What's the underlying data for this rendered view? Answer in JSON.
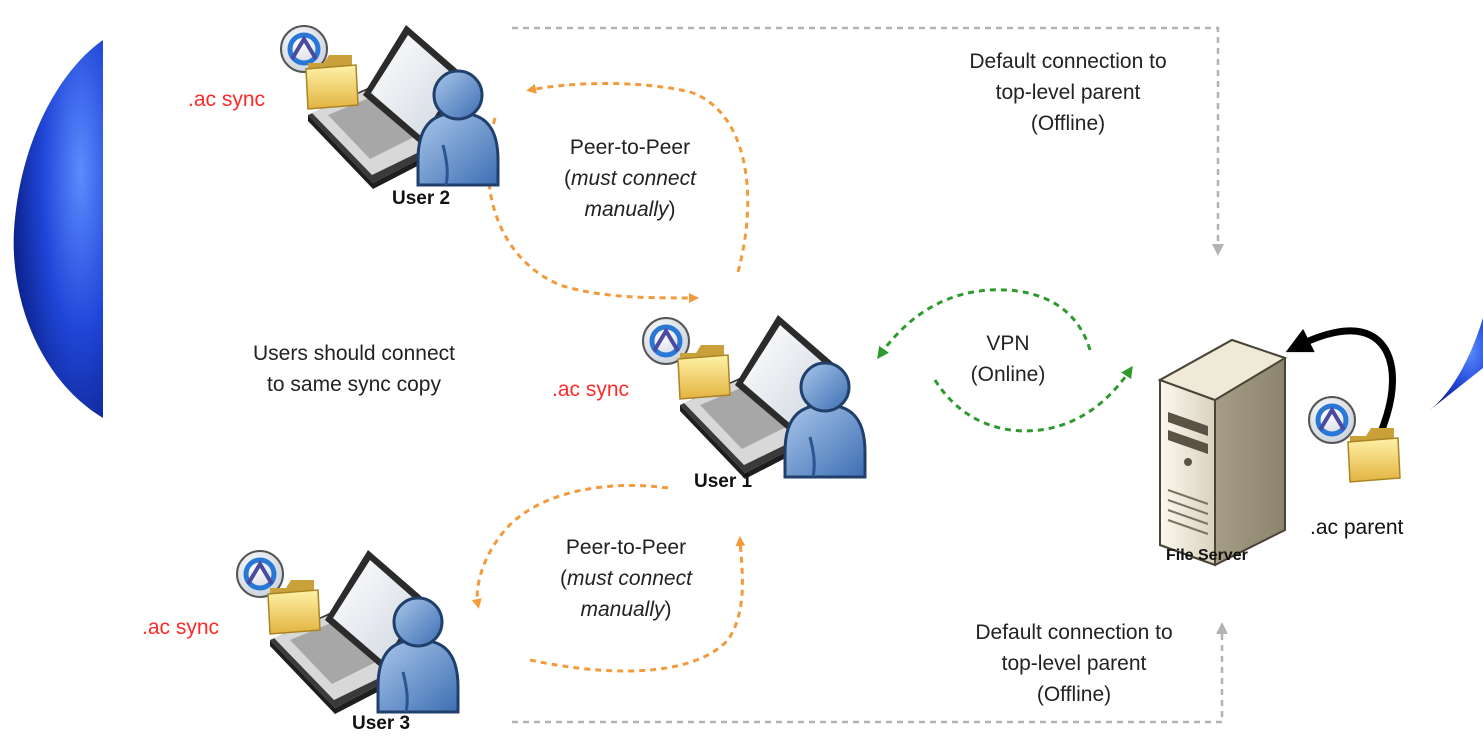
{
  "colors": {
    "p2p_arrow": "#f39a3c",
    "vpn_arrow": "#2e9a2e",
    "offline_arrow": "#aaaaaa",
    "sync_label": "#ff2a2a",
    "globe": "#1f3fd0"
  },
  "icons": [
    "laptop-icon",
    "user-avatar-icon",
    "sync-badge-icon",
    "folder-icon",
    "server-icon"
  ],
  "nodes": {
    "user2": {
      "name": "User 2",
      "tag": ".ac sync"
    },
    "user1": {
      "name": "User 1",
      "tag": ".ac sync"
    },
    "user3": {
      "name": "User 3",
      "tag": ".ac sync"
    },
    "server": {
      "name": "File Server",
      "tag": ".ac parent"
    }
  },
  "edges": {
    "p2p_top": {
      "line1": "Peer-to-Peer",
      "italic": "must connect",
      "italic2": "manually",
      "open": "(",
      "close": ")"
    },
    "p2p_bottom": {
      "line1": "Peer-to-Peer",
      "italic": "must connect",
      "italic2": "manually",
      "open": "(",
      "close": ")"
    },
    "vpn": {
      "line1": "VPN",
      "line2": "(Online)"
    },
    "offline_top": {
      "line1": "Default connection to",
      "line2": "top-level parent",
      "line3": "(Offline)"
    },
    "offline_bottom": {
      "line1": "Default connection to",
      "line2": "top-level parent",
      "line3": "(Offline)"
    }
  },
  "note": {
    "line1": "Users should connect",
    "line2": "to same sync copy"
  }
}
